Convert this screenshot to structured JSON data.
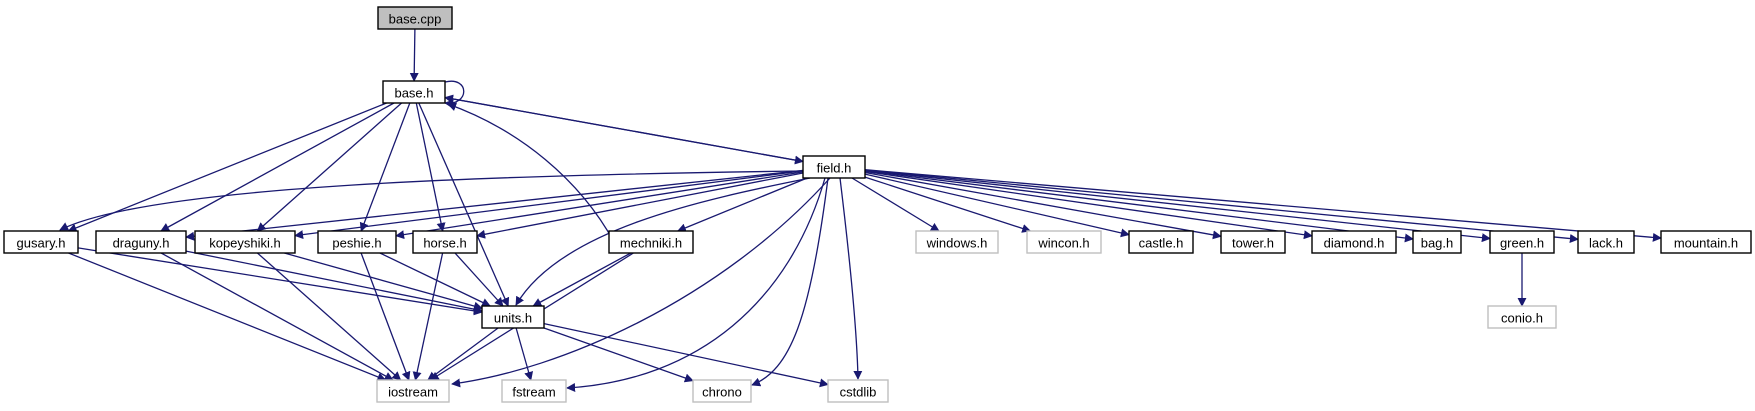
{
  "colors": {
    "edge": "#191970",
    "root_fill": "#bfbfbf",
    "node_fill": "#ffffff",
    "node_border": "#000000",
    "external_border": "#bfbfbf"
  },
  "nodes": [
    {
      "id": "base_cpp",
      "label": "base.cpp",
      "kind": "root"
    },
    {
      "id": "base_h",
      "label": "base.h",
      "kind": "local"
    },
    {
      "id": "field_h",
      "label": "field.h",
      "kind": "local"
    },
    {
      "id": "gusary_h",
      "label": "gusary.h",
      "kind": "local"
    },
    {
      "id": "draguny_h",
      "label": "draguny.h",
      "kind": "local"
    },
    {
      "id": "kopeyshiki_h",
      "label": "kopeyshiki.h",
      "kind": "local"
    },
    {
      "id": "peshie_h",
      "label": "peshie.h",
      "kind": "local"
    },
    {
      "id": "horse_h",
      "label": "horse.h",
      "kind": "local"
    },
    {
      "id": "mechniki_h",
      "label": "mechniki.h",
      "kind": "local"
    },
    {
      "id": "windows_h",
      "label": "windows.h",
      "kind": "external"
    },
    {
      "id": "wincon_h",
      "label": "wincon.h",
      "kind": "external"
    },
    {
      "id": "castle_h",
      "label": "castle.h",
      "kind": "local"
    },
    {
      "id": "tower_h",
      "label": "tower.h",
      "kind": "local"
    },
    {
      "id": "diamond_h",
      "label": "diamond.h",
      "kind": "local"
    },
    {
      "id": "bag_h",
      "label": "bag.h",
      "kind": "local"
    },
    {
      "id": "green_h",
      "label": "green.h",
      "kind": "local"
    },
    {
      "id": "lack_h",
      "label": "lack.h",
      "kind": "local"
    },
    {
      "id": "mountain_h",
      "label": "mountain.h",
      "kind": "local"
    },
    {
      "id": "units_h",
      "label": "units.h",
      "kind": "local"
    },
    {
      "id": "conio_h",
      "label": "conio.h",
      "kind": "external"
    },
    {
      "id": "iostream",
      "label": "iostream",
      "kind": "external"
    },
    {
      "id": "fstream",
      "label": "fstream",
      "kind": "external"
    },
    {
      "id": "chrono",
      "label": "chrono",
      "kind": "external"
    },
    {
      "id": "cstdlib",
      "label": "cstdlib",
      "kind": "external"
    }
  ],
  "edges": [
    [
      "base_cpp",
      "base_h"
    ],
    [
      "base_h",
      "base_h"
    ],
    [
      "base_h",
      "field_h"
    ],
    [
      "base_h",
      "gusary_h"
    ],
    [
      "base_h",
      "draguny_h"
    ],
    [
      "base_h",
      "kopeyshiki_h"
    ],
    [
      "base_h",
      "peshie_h"
    ],
    [
      "base_h",
      "horse_h"
    ],
    [
      "base_h",
      "units_h"
    ],
    [
      "base_h",
      "mechniki_h"
    ],
    [
      "field_h",
      "base_h"
    ],
    [
      "field_h",
      "gusary_h"
    ],
    [
      "field_h",
      "draguny_h"
    ],
    [
      "field_h",
      "kopeyshiki_h"
    ],
    [
      "field_h",
      "peshie_h"
    ],
    [
      "field_h",
      "horse_h"
    ],
    [
      "field_h",
      "mechniki_h"
    ],
    [
      "field_h",
      "units_h"
    ],
    [
      "field_h",
      "iostream"
    ],
    [
      "field_h",
      "fstream"
    ],
    [
      "field_h",
      "chrono"
    ],
    [
      "field_h",
      "cstdlib"
    ],
    [
      "field_h",
      "windows_h"
    ],
    [
      "field_h",
      "wincon_h"
    ],
    [
      "field_h",
      "castle_h"
    ],
    [
      "field_h",
      "tower_h"
    ],
    [
      "field_h",
      "diamond_h"
    ],
    [
      "field_h",
      "bag_h"
    ],
    [
      "field_h",
      "green_h"
    ],
    [
      "field_h",
      "lack_h"
    ],
    [
      "field_h",
      "mountain_h"
    ],
    [
      "green_h",
      "conio_h"
    ],
    [
      "gusary_h",
      "units_h"
    ],
    [
      "gusary_h",
      "iostream"
    ],
    [
      "draguny_h",
      "units_h"
    ],
    [
      "draguny_h",
      "iostream"
    ],
    [
      "kopeyshiki_h",
      "units_h"
    ],
    [
      "kopeyshiki_h",
      "iostream"
    ],
    [
      "peshie_h",
      "units_h"
    ],
    [
      "peshie_h",
      "iostream"
    ],
    [
      "horse_h",
      "units_h"
    ],
    [
      "horse_h",
      "iostream"
    ],
    [
      "mechniki_h",
      "units_h"
    ],
    [
      "mechniki_h",
      "iostream"
    ],
    [
      "units_h",
      "iostream"
    ],
    [
      "units_h",
      "fstream"
    ],
    [
      "units_h",
      "chrono"
    ],
    [
      "units_h",
      "cstdlib"
    ]
  ]
}
